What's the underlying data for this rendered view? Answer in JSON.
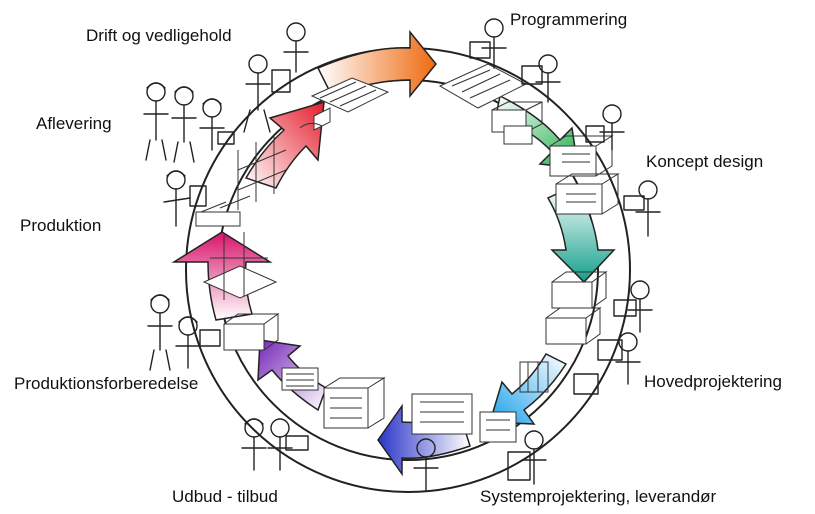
{
  "phases": [
    {
      "id": "programmering",
      "label": "Programmering",
      "color": "#e66a1a"
    },
    {
      "id": "koncept-design",
      "label": "Koncept design",
      "color": "#22a84a"
    },
    {
      "id": "hovedprojektering",
      "label": "Hovedprojektering",
      "color": "#0d9a8a"
    },
    {
      "id": "systemprojektering",
      "label": "Systemprojektering, leverandør",
      "color": "#2aa8e8"
    },
    {
      "id": "udbud-tilbud",
      "label": "Udbud - tilbud",
      "color": "#2b3cc4"
    },
    {
      "id": "produktionsforberedelse",
      "label": "Produktionsforberedelse",
      "color": "#7a2bb8"
    },
    {
      "id": "produktion",
      "label": "Produktion",
      "color": "#d8186a"
    },
    {
      "id": "aflevering",
      "label": "Aflevering",
      "color": "#e02030"
    },
    {
      "id": "drift-og-vedligehold",
      "label": "Drift og vedligehold",
      "color": "#f07a20"
    }
  ]
}
